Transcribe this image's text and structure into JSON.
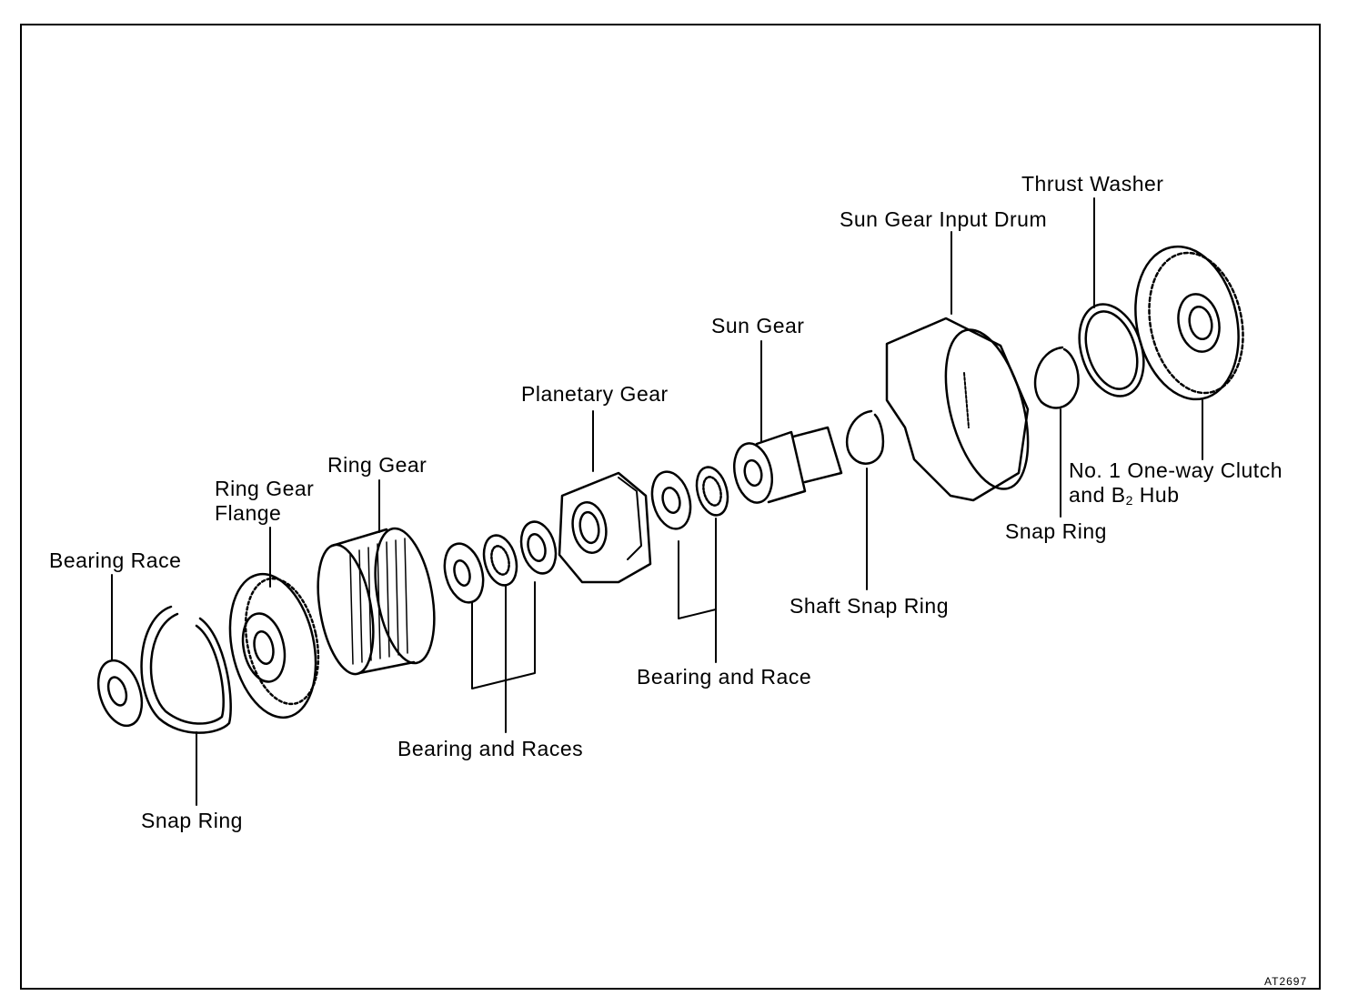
{
  "figure_code": "AT2697",
  "labels": {
    "bearing_race": "Bearing Race",
    "snap_ring_left": "Snap Ring",
    "ring_gear_flange_1": "Ring Gear",
    "ring_gear_flange_2": "Flange",
    "ring_gear": "Ring Gear",
    "bearing_and_races": "Bearing and Races",
    "planetary_gear": "Planetary Gear",
    "bearing_and_race": "Bearing and Race",
    "sun_gear": "Sun Gear",
    "shaft_snap_ring": "Shaft Snap Ring",
    "sun_gear_input_drum": "Sun Gear Input Drum",
    "thrust_washer": "Thrust Washer",
    "snap_ring_right": "Snap Ring",
    "one_way_clutch_1": "No. 1 One-way Clutch",
    "one_way_clutch_2_pre": "and B",
    "one_way_clutch_2_sub": "2",
    "one_way_clutch_2_post": " Hub"
  }
}
